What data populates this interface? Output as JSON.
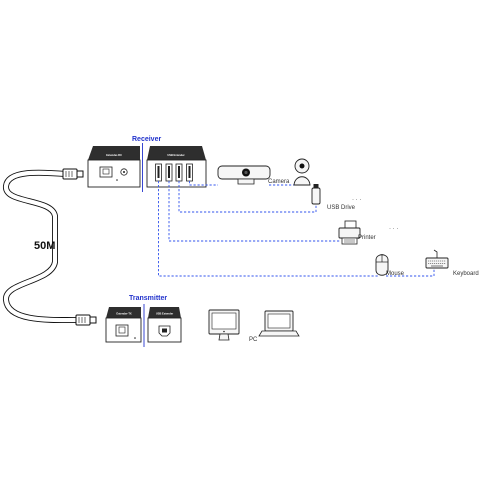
{
  "receiver_label": "Receiver",
  "transmitter_label": "Transmitter",
  "cable_length": "50M",
  "receiver": {
    "left_unit_tag": "Extender-RX",
    "right_unit_tag": "USB Extender"
  },
  "transmitter": {
    "left_unit_tag": "Extender-TX",
    "right_unit_tag": "USB Extender"
  },
  "devices": {
    "camera": "Camera",
    "usb_drive": "USB Drive",
    "printer": "Printer",
    "mouse": "Mouse",
    "keyboard": "Keyboard",
    "pc": "PC"
  },
  "ellipsis_1": "· · ·",
  "ellipsis_2": "· · ·",
  "colors": {
    "link": "#3355ee",
    "label_blue": "#2233cc",
    "outline": "#222222"
  }
}
